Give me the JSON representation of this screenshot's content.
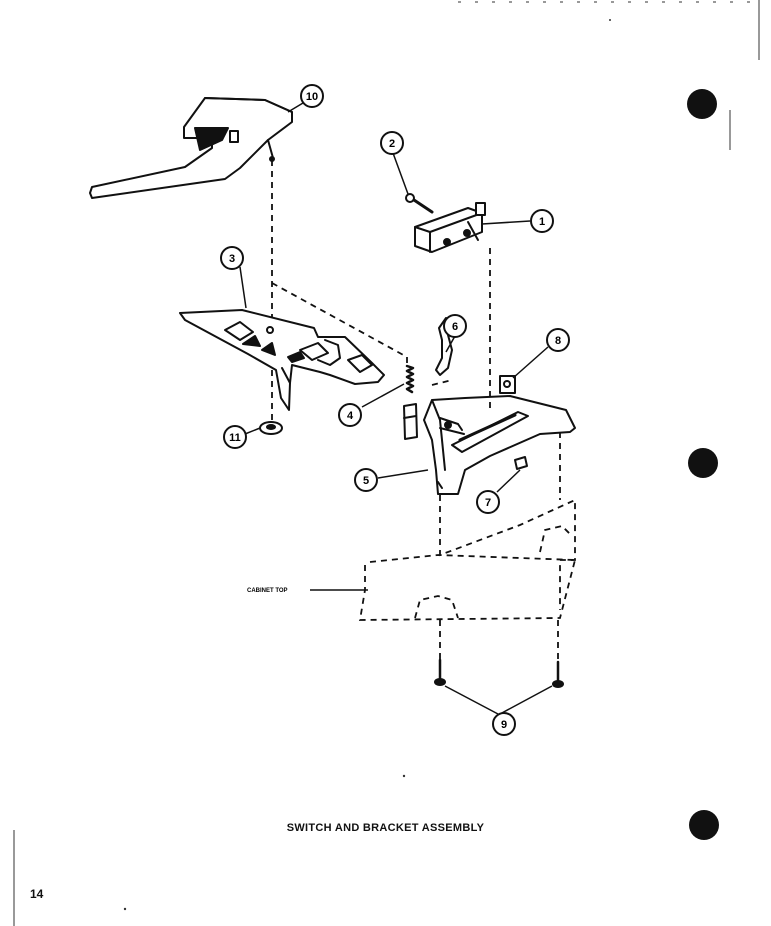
{
  "caption": "SWITCH AND BRACKET ASSEMBLY",
  "page_number": "14",
  "cabinet_label": "CABINET TOP",
  "callouts": [
    "1",
    "2",
    "3",
    "4",
    "5",
    "6",
    "7",
    "8",
    "9",
    "10",
    "11"
  ],
  "colors": {
    "ink": "#111111",
    "paper": "#ffffff"
  }
}
